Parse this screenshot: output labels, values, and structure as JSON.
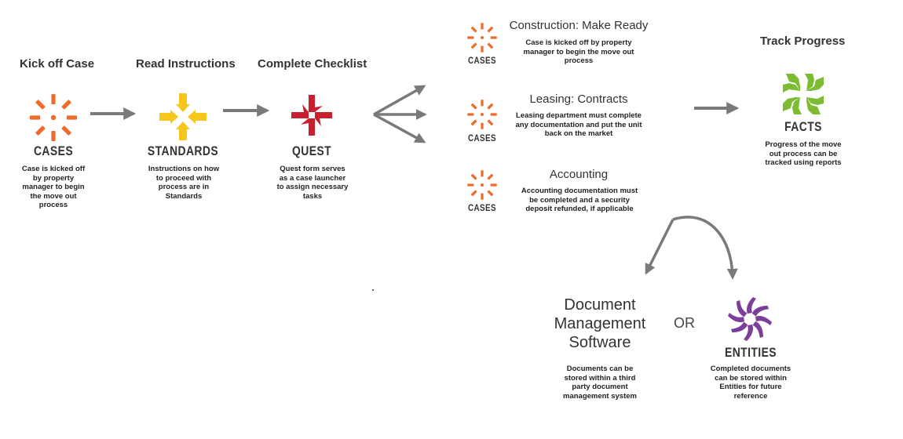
{
  "steps": {
    "kickoff": {
      "title": "Kick off Case",
      "label": "CASES",
      "desc": "Case is kicked off by property manager to begin the move out process",
      "color": "#ef6a2b"
    },
    "read": {
      "title": "Read Instructions",
      "label": "STANDARDS",
      "desc": "Instructions on how to proceed with process are in Standards",
      "color": "#f7c61a"
    },
    "checklist": {
      "title": "Complete Checklist",
      "label": "QUEST",
      "desc": "Quest form serves as a case launcher to assign necessary tasks",
      "color": "#c8202f"
    }
  },
  "branches": [
    {
      "title": "Construction: Make Ready",
      "label": "CASES",
      "desc": "Case is kicked off by property manager to begin the move out process"
    },
    {
      "title": "Leasing: Contracts",
      "label": "CASES",
      "desc": "Leasing department must complete any documentation and put the unit back on the market"
    },
    {
      "title": "Accounting",
      "label": "CASES",
      "desc": "Accounting documentation must be completed and a security deposit refunded, if applicable"
    }
  ],
  "track": {
    "title": "Track Progress",
    "label": "FACTS",
    "desc": "Progress of the move out process can be tracked using reports",
    "color": "#7dbb32"
  },
  "storage": {
    "dms": {
      "title": "Document Management Software",
      "desc": "Documents can be stored within a third party document management system"
    },
    "or_label": "OR",
    "entities": {
      "label": "ENTITIES",
      "desc": "Completed documents can be stored within Entities for future reference",
      "color": "#7b3f98"
    }
  },
  "colors": {
    "arrow": "#7a7a7a",
    "cases": "#ef6a2b"
  }
}
